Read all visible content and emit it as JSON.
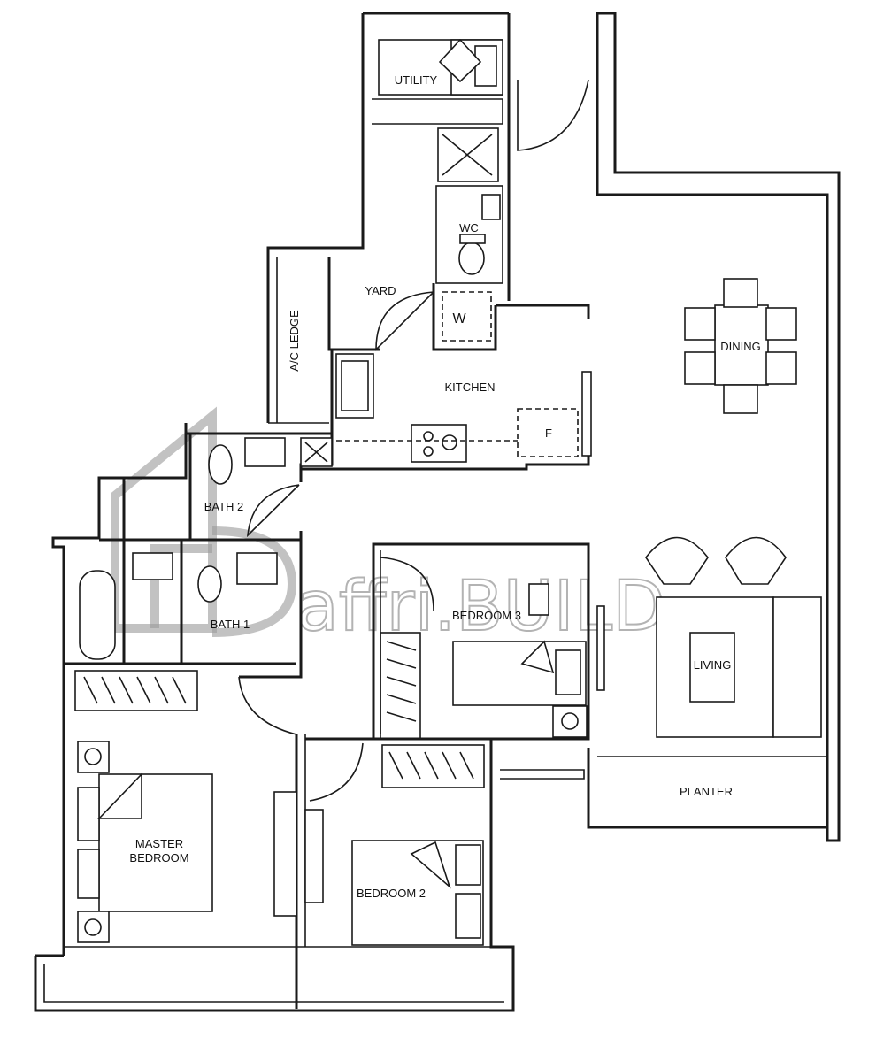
{
  "rooms": {
    "utility": "UTILITY",
    "wc": "WC",
    "yard": "YARD",
    "ac_ledge": "A/C LEDGE",
    "kitchen": "KITCHEN",
    "dining": "DINING",
    "bath2": "BATH 2",
    "bath1": "BATH 1",
    "bedroom3": "BEDROOM 3",
    "living": "LIVING",
    "master_line1": "MASTER",
    "master_line2": "BEDROOM",
    "bedroom2": "BEDROOM 2",
    "planter": "PLANTER"
  },
  "fixtures": {
    "washer": "W",
    "fridge": "F"
  },
  "watermark": "affri.BUILD"
}
